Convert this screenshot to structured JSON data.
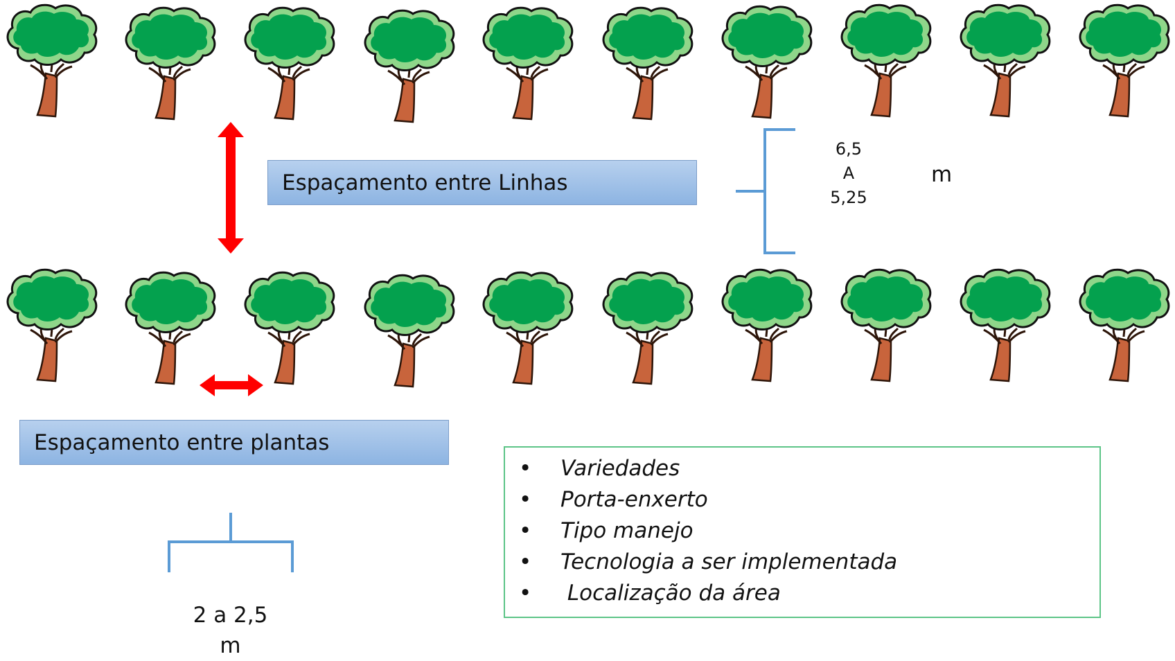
{
  "labels": {
    "row_spacing": "Espaçamento entre Linhas",
    "plant_spacing": "Espaçamento entre plantas"
  },
  "row_spacing_range": {
    "line1": "6,5",
    "line2": "A",
    "line3": "5,25",
    "unit": "m"
  },
  "plant_spacing_range": {
    "line1": "2 a 2,5",
    "line2": "m"
  },
  "factors": [
    "Variedades",
    "Porta-enxerto",
    "Tipo manejo",
    "Tecnologia a ser implementada",
    " Localização da área"
  ],
  "bullet_char": "•",
  "colors": {
    "tree_foliage": "#04a14e",
    "tree_foliage_outline": "#8fd68a",
    "tree_trunk": "#c8643c",
    "arrow": "#ff0000",
    "bracket": "#5b9bd5",
    "factor_border": "#5cc487"
  },
  "icons": {
    "tree": "tree-icon",
    "row_arrow": "double-arrow-vertical-icon",
    "plant_arrow": "double-arrow-horizontal-icon"
  }
}
